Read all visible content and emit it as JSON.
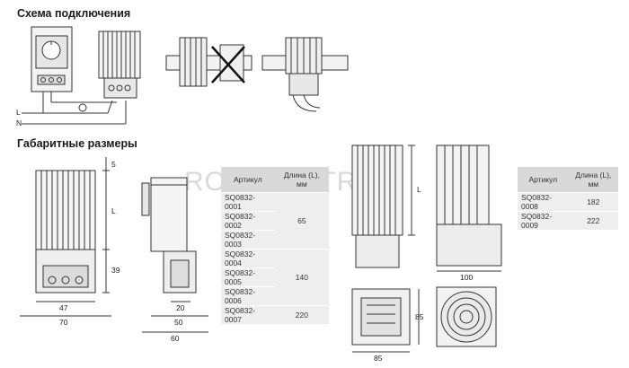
{
  "headings": {
    "wiring": "Схема подключения",
    "dimensions": "Габаритные размеры"
  },
  "wiring_labels": {
    "line": "L",
    "neutral": "N"
  },
  "watermark": "ROSELECTRIC",
  "dims": {
    "front_top": "5",
    "front_length": "L",
    "front_39": "39",
    "front_47": "47",
    "front_70": "70",
    "side_20": "20",
    "side_50": "50",
    "side_60": "60",
    "big_length": "L",
    "big_100": "100",
    "bottom_85w": "85",
    "bottom_85h": "85"
  },
  "table1": {
    "header_article": "Артикул",
    "header_length": "Длина (L), мм",
    "rows": [
      {
        "article": "SQ0832-0001",
        "length": ""
      },
      {
        "article": "SQ0832-0002",
        "length": "65"
      },
      {
        "article": "SQ0832-0003",
        "length": ""
      },
      {
        "article": "SQ0832-0004",
        "length": ""
      },
      {
        "article": "SQ0832-0005",
        "length": "140"
      },
      {
        "article": "SQ0832-0006",
        "length": ""
      },
      {
        "article": "SQ0832-0007",
        "length": "220"
      }
    ]
  },
  "table2": {
    "header_article": "Артикул",
    "header_length": "Длина (L), мм",
    "rows": [
      {
        "article": "SQ0832-0008",
        "length": "182"
      },
      {
        "article": "SQ0832-0009",
        "length": "222"
      }
    ]
  }
}
